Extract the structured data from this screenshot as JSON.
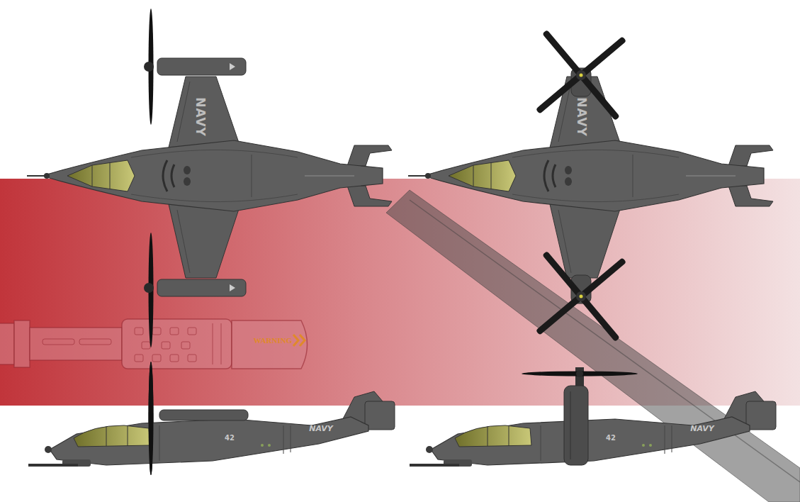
{
  "diagram": {
    "labels": [
      "NAVY",
      "NAVY",
      "WARNING",
      "42",
      "NAVY",
      "42",
      "NAVY"
    ]
  }
}
